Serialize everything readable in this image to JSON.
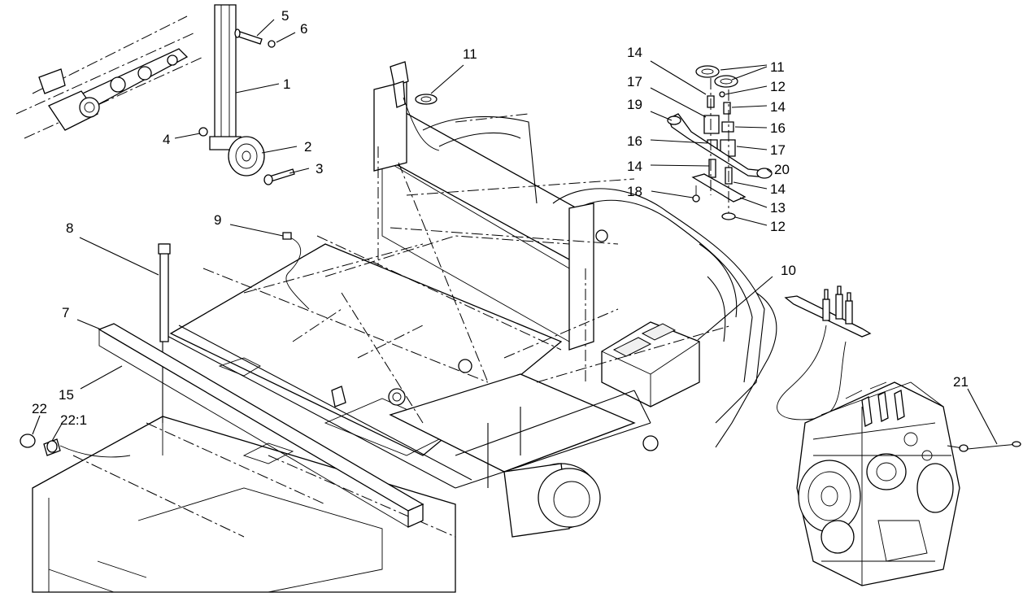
{
  "figure": {
    "callouts": [
      {
        "id": "c5",
        "text": "5"
      },
      {
        "id": "c6",
        "text": "6"
      },
      {
        "id": "c1",
        "text": "1"
      },
      {
        "id": "c4",
        "text": "4"
      },
      {
        "id": "c2",
        "text": "2"
      },
      {
        "id": "c3",
        "text": "3"
      },
      {
        "id": "c11a",
        "text": "11"
      },
      {
        "id": "c8",
        "text": "8"
      },
      {
        "id": "c9",
        "text": "9"
      },
      {
        "id": "c7",
        "text": "7"
      },
      {
        "id": "c15",
        "text": "15"
      },
      {
        "id": "c22",
        "text": "22"
      },
      {
        "id": "c22-1",
        "text": "22:1"
      },
      {
        "id": "c14a",
        "text": "14"
      },
      {
        "id": "c17a",
        "text": "17"
      },
      {
        "id": "c19",
        "text": "19"
      },
      {
        "id": "c16a",
        "text": "16"
      },
      {
        "id": "c14b",
        "text": "14"
      },
      {
        "id": "c18",
        "text": "18"
      },
      {
        "id": "c11b",
        "text": "11"
      },
      {
        "id": "c12a",
        "text": "12"
      },
      {
        "id": "c14c",
        "text": "14"
      },
      {
        "id": "c16b",
        "text": "16"
      },
      {
        "id": "c17b",
        "text": "17"
      },
      {
        "id": "c20",
        "text": "20"
      },
      {
        "id": "c14d",
        "text": "14"
      },
      {
        "id": "c13",
        "text": "13"
      },
      {
        "id": "c12b",
        "text": "12"
      },
      {
        "id": "c10",
        "text": "10"
      },
      {
        "id": "c21",
        "text": "21"
      }
    ]
  }
}
